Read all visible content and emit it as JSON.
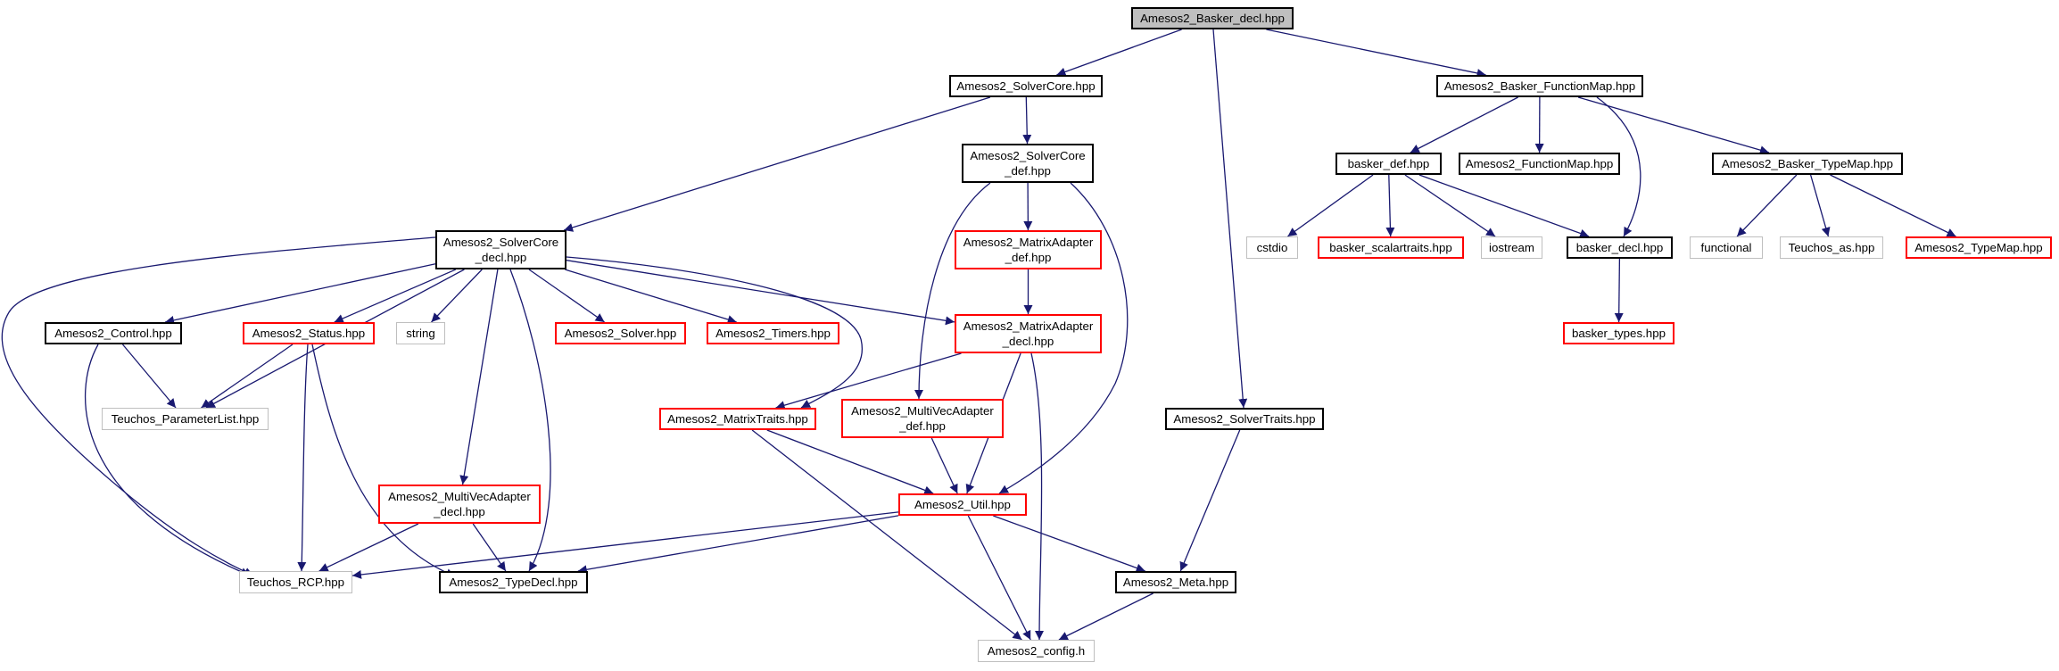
{
  "diagram": {
    "type": "include-dependency-graph",
    "colors": {
      "edge": "#191970",
      "documented_border": "#000000",
      "incomplete_border": "#ff0000",
      "external_border": "#bfbfbf",
      "root_fill": "#bfbfbf"
    },
    "nodes": [
      {
        "id": "basker_decl_root",
        "lines": [
          "Amesos2_Basker_decl.hpp"
        ],
        "style": "root"
      },
      {
        "id": "solvercore_hpp",
        "lines": [
          "Amesos2_SolverCore.hpp"
        ],
        "style": "black"
      },
      {
        "id": "basker_functionmap",
        "lines": [
          "Amesos2_Basker_FunctionMap.hpp"
        ],
        "style": "black"
      },
      {
        "id": "solvercore_def",
        "lines": [
          "Amesos2_SolverCore",
          "_def.hpp"
        ],
        "style": "black"
      },
      {
        "id": "basker_def",
        "lines": [
          "basker_def.hpp"
        ],
        "style": "black"
      },
      {
        "id": "functionmap",
        "lines": [
          "Amesos2_FunctionMap.hpp"
        ],
        "style": "black"
      },
      {
        "id": "basker_typemap",
        "lines": [
          "Amesos2_Basker_TypeMap.hpp"
        ],
        "style": "black"
      },
      {
        "id": "solvercore_decl",
        "lines": [
          "Amesos2_SolverCore",
          "_decl.hpp"
        ],
        "style": "black"
      },
      {
        "id": "matrixadapter_def",
        "lines": [
          "Amesos2_MatrixAdapter",
          "_def.hpp"
        ],
        "style": "red"
      },
      {
        "id": "cstdio",
        "lines": [
          "cstdio"
        ],
        "style": "gray"
      },
      {
        "id": "basker_scalartraits",
        "lines": [
          "basker_scalartraits.hpp"
        ],
        "style": "red"
      },
      {
        "id": "iostream",
        "lines": [
          "iostream"
        ],
        "style": "gray"
      },
      {
        "id": "basker_decl",
        "lines": [
          "basker_decl.hpp"
        ],
        "style": "black"
      },
      {
        "id": "functional",
        "lines": [
          "functional"
        ],
        "style": "gray"
      },
      {
        "id": "teuchos_as",
        "lines": [
          "Teuchos_as.hpp"
        ],
        "style": "gray"
      },
      {
        "id": "typemap",
        "lines": [
          "Amesos2_TypeMap.hpp"
        ],
        "style": "red"
      },
      {
        "id": "control",
        "lines": [
          "Amesos2_Control.hpp"
        ],
        "style": "black"
      },
      {
        "id": "status",
        "lines": [
          "Amesos2_Status.hpp"
        ],
        "style": "red"
      },
      {
        "id": "string",
        "lines": [
          "string"
        ],
        "style": "gray"
      },
      {
        "id": "solver",
        "lines": [
          "Amesos2_Solver.hpp"
        ],
        "style": "red"
      },
      {
        "id": "timers",
        "lines": [
          "Amesos2_Timers.hpp"
        ],
        "style": "red"
      },
      {
        "id": "matrixadapter_decl",
        "lines": [
          "Amesos2_MatrixAdapter",
          "_decl.hpp"
        ],
        "style": "red"
      },
      {
        "id": "basker_types",
        "lines": [
          "basker_types.hpp"
        ],
        "style": "red"
      },
      {
        "id": "parameterlist",
        "lines": [
          "Teuchos_ParameterList.hpp"
        ],
        "style": "gray"
      },
      {
        "id": "matrixtraits",
        "lines": [
          "Amesos2_MatrixTraits.hpp"
        ],
        "style": "red"
      },
      {
        "id": "multivecadapter_def",
        "lines": [
          "Amesos2_MultiVecAdapter",
          "_def.hpp"
        ],
        "style": "red"
      },
      {
        "id": "solvertraits",
        "lines": [
          "Amesos2_SolverTraits.hpp"
        ],
        "style": "black"
      },
      {
        "id": "util",
        "lines": [
          "Amesos2_Util.hpp"
        ],
        "style": "red"
      },
      {
        "id": "multivecadapter_decl",
        "lines": [
          "Amesos2_MultiVecAdapter",
          "_decl.hpp"
        ],
        "style": "red"
      },
      {
        "id": "teuchos_rcp",
        "lines": [
          "Teuchos_RCP.hpp"
        ],
        "style": "gray"
      },
      {
        "id": "typedecl",
        "lines": [
          "Amesos2_TypeDecl.hpp"
        ],
        "style": "black"
      },
      {
        "id": "meta",
        "lines": [
          "Amesos2_Meta.hpp"
        ],
        "style": "black"
      },
      {
        "id": "config",
        "lines": [
          "Amesos2_config.h"
        ],
        "style": "gray"
      }
    ],
    "edges": [
      [
        "basker_decl_root",
        "solvercore_hpp"
      ],
      [
        "basker_decl_root",
        "basker_functionmap"
      ],
      [
        "basker_decl_root",
        "solvertraits"
      ],
      [
        "solvercore_hpp",
        "solvercore_decl"
      ],
      [
        "solvercore_hpp",
        "solvercore_def"
      ],
      [
        "solvercore_def",
        "matrixadapter_def"
      ],
      [
        "solvercore_def",
        "multivecadapter_def"
      ],
      [
        "solvercore_def",
        "util"
      ],
      [
        "matrixadapter_def",
        "matrixadapter_decl"
      ],
      [
        "matrixadapter_decl",
        "matrixtraits"
      ],
      [
        "matrixadapter_decl",
        "util"
      ],
      [
        "matrixadapter_decl",
        "config"
      ],
      [
        "solvercore_decl",
        "control"
      ],
      [
        "solvercore_decl",
        "parameterlist"
      ],
      [
        "solvercore_decl",
        "status"
      ],
      [
        "solvercore_decl",
        "string"
      ],
      [
        "solvercore_decl",
        "solver"
      ],
      [
        "solvercore_decl",
        "timers"
      ],
      [
        "solvercore_decl",
        "matrixadapter_decl"
      ],
      [
        "solvercore_decl",
        "matrixtraits"
      ],
      [
        "solvercore_decl",
        "multivecadapter_decl"
      ],
      [
        "solvercore_decl",
        "typedecl"
      ],
      [
        "solvercore_decl",
        "teuchos_rcp"
      ],
      [
        "control",
        "parameterlist"
      ],
      [
        "control",
        "teuchos_rcp"
      ],
      [
        "status",
        "parameterlist"
      ],
      [
        "status",
        "teuchos_rcp"
      ],
      [
        "status",
        "typedecl"
      ],
      [
        "multivecadapter_decl",
        "teuchos_rcp"
      ],
      [
        "multivecadapter_decl",
        "typedecl"
      ],
      [
        "matrixtraits",
        "util"
      ],
      [
        "matrixtraits",
        "config"
      ],
      [
        "multivecadapter_def",
        "util"
      ],
      [
        "util",
        "teuchos_rcp"
      ],
      [
        "util",
        "typedecl"
      ],
      [
        "util",
        "config"
      ],
      [
        "util",
        "meta"
      ],
      [
        "solvertraits",
        "meta"
      ],
      [
        "meta",
        "config"
      ],
      [
        "basker_functionmap",
        "basker_def"
      ],
      [
        "basker_functionmap",
        "functionmap"
      ],
      [
        "basker_functionmap",
        "basker_decl"
      ],
      [
        "basker_functionmap",
        "basker_typemap"
      ],
      [
        "basker_def",
        "cstdio"
      ],
      [
        "basker_def",
        "basker_scalartraits"
      ],
      [
        "basker_def",
        "iostream"
      ],
      [
        "basker_def",
        "basker_decl"
      ],
      [
        "basker_decl",
        "basker_types"
      ],
      [
        "basker_typemap",
        "functional"
      ],
      [
        "basker_typemap",
        "teuchos_as"
      ],
      [
        "basker_typemap",
        "typemap"
      ]
    ]
  }
}
